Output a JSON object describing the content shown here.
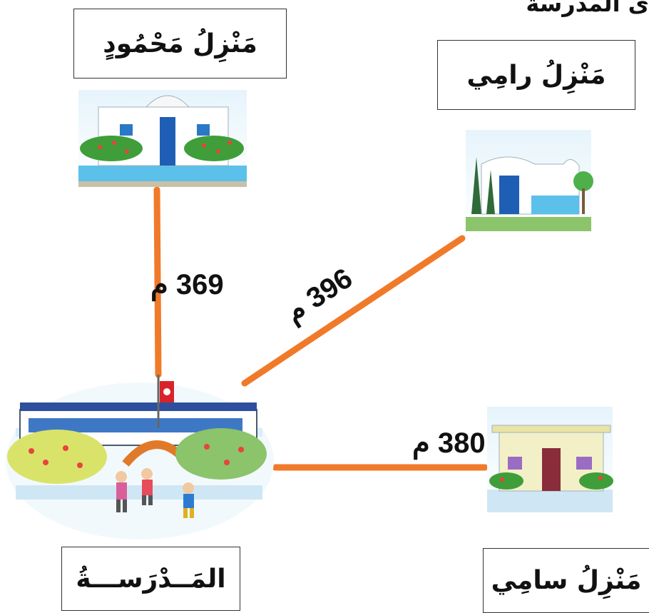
{
  "top_text": "ى المدرسة",
  "houses": {
    "mahmoud": {
      "label": "مَنْزِلُ مَحْمُودٍ"
    },
    "rami": {
      "label": "مَنْزِلُ رامِي"
    },
    "sami": {
      "label": "مَنْزِلُ سامِي"
    }
  },
  "school": {
    "label": "المَــدْرَســـةُ"
  },
  "distances": {
    "mahmoud": "369 م",
    "rami": "396 م",
    "sami": "380 م"
  },
  "colors": {
    "path": "#F07A2A",
    "text": "#111111",
    "box_border": "#333333"
  }
}
